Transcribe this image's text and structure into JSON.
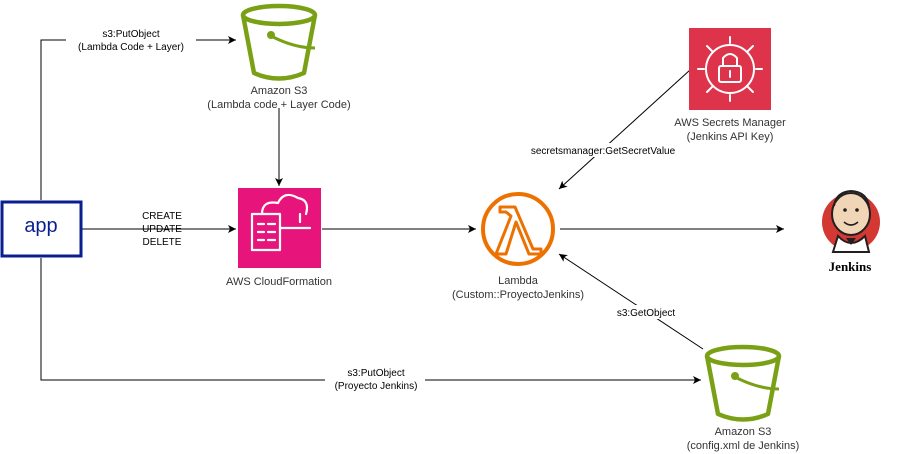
{
  "colors": {
    "s3": "#7aa116",
    "cloudformation": "#e7157b",
    "lambda": "#ed7100",
    "secrets_manager": "#dd344c",
    "app_border": "#0a1f8f",
    "jenkins_red": "#d33833"
  },
  "nodes": {
    "app": {
      "label": "app",
      "icon": "app-box"
    },
    "s3_code": {
      "icon": "s3-bucket-icon",
      "title": "Amazon S3",
      "subtitle": "(Lambda code + Layer Code)"
    },
    "cloudformation": {
      "icon": "cloudformation-icon",
      "title": "AWS CloudFormation"
    },
    "lambda": {
      "icon": "lambda-icon",
      "title": "Lambda",
      "subtitle": "(Custom::ProyectoJenkins)"
    },
    "secrets": {
      "icon": "secrets-manager-icon",
      "title": "AWS Secrets Manager",
      "subtitle": "(Jenkins API Key)"
    },
    "s3_config": {
      "icon": "s3-bucket-icon",
      "title": "Amazon S3",
      "subtitle": "(config.xml de Jenkins)"
    },
    "jenkins": {
      "icon": "jenkins-logo",
      "label": "Jenkins"
    }
  },
  "edges": {
    "put_code": {
      "line1": "s3:PutObject",
      "line2": "(Lambda Code + Layer)"
    },
    "crud": {
      "line1": "CREATE",
      "line2": "UPDATE",
      "line3": "DELETE"
    },
    "put_project": {
      "line1": "s3:PutObject",
      "line2": "(Proyecto Jenkins)"
    },
    "get_secret": {
      "line1": "secretsmanager:GetSecretValue"
    },
    "get_object": {
      "line1": "s3:GetObject"
    }
  }
}
